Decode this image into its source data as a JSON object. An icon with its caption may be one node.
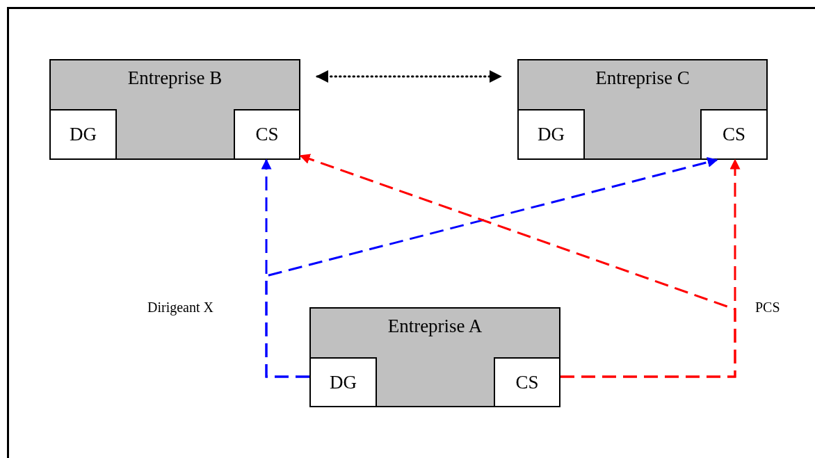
{
  "diagram": {
    "nodes": [
      {
        "text": [
          "Entreprise B"
        ]
      },
      {
        "text": [
          "DG"
        ],
        "in": 0
      },
      {
        "text": [
          "CS"
        ],
        "in": 0
      },
      {
        "text": [
          "Entreprise C"
        ]
      },
      {
        "text": [
          "DG"
        ],
        "in": 3
      },
      {
        "text": [
          "CS"
        ],
        "in": 3
      },
      {
        "text": [
          "Entreprise A"
        ]
      },
      {
        "text": [
          "DG"
        ],
        "in": 6
      },
      {
        "text": [
          "CS"
        ],
        "in": 6
      }
    ],
    "edges": [
      {
        "from": 0,
        "to": 3,
        "arrow": "both",
        "color": "#000000"
      },
      {
        "from": 7,
        "to": 2,
        "arrow": "to",
        "style": "dashed",
        "color": "#0000ff",
        "label": "Dirigeant X"
      },
      {
        "from": 7,
        "to": 5,
        "arrow": "to",
        "style": "dashed",
        "color": "#0000ff"
      },
      {
        "from": 8,
        "to": 5,
        "arrow": "to",
        "style": "dashed",
        "color": "#ff0000",
        "label": "PCS"
      },
      {
        "from": 8,
        "to": 2,
        "arrow": "to",
        "style": "dashed",
        "color": "#ff0000"
      }
    ]
  }
}
